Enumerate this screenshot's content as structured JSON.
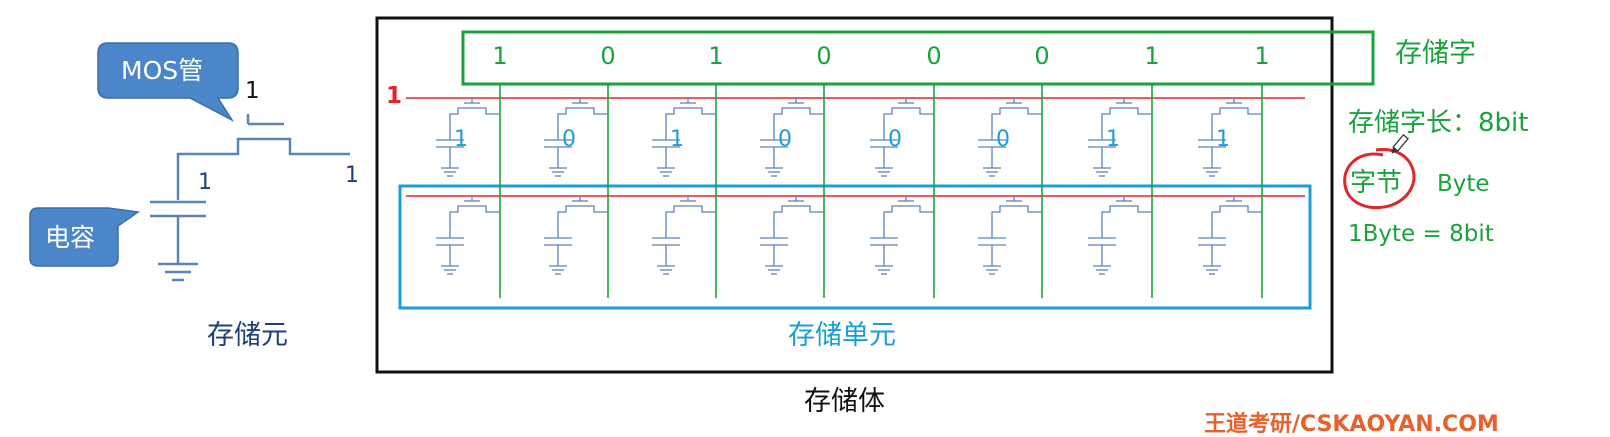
{
  "cell_diagram": {
    "mos_callout": "MOS管",
    "capacitor_callout": "电容",
    "gate_value": "1",
    "cap_value": "1",
    "drain_value": "1",
    "caption": "存储元"
  },
  "array_diagram": {
    "word_select_value": "1",
    "word_bits": [
      "1",
      "0",
      "1",
      "0",
      "0",
      "0",
      "1",
      "1"
    ],
    "stored_bits": [
      "1",
      "0",
      "1",
      "0",
      "0",
      "0",
      "1",
      "1"
    ],
    "storage_unit_label": "存储单元",
    "caption": "存储体"
  },
  "annotations": {
    "storage_word": "存储字",
    "word_length": "存储字长：8bit",
    "byte_cn": "字节",
    "byte_en": "Byte",
    "byte_equation": "1Byte = 8bit"
  },
  "watermark": "王道考研/CSKAOYAN.COM",
  "colors": {
    "green": "#1aa33c",
    "cyan": "#1a9ed9",
    "red": "#e0262a",
    "navy": "#1f3f7a",
    "callout_fill": "#4a86c8",
    "wire": "#5b84b8",
    "watermark": "#e8612c"
  }
}
